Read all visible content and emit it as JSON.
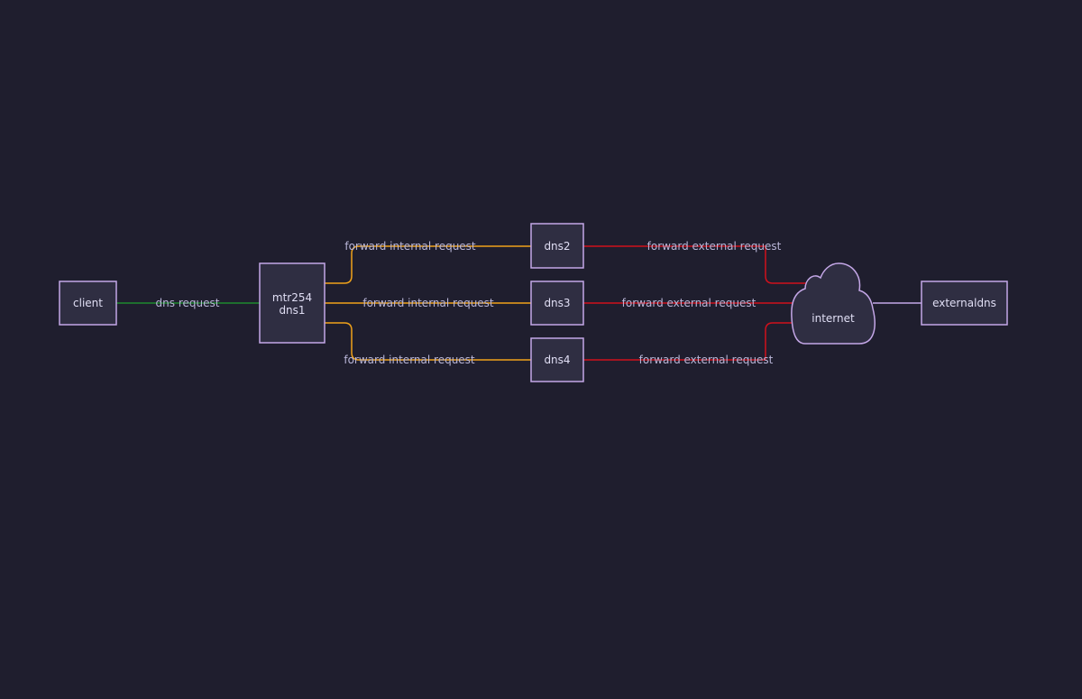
{
  "nodes": {
    "client": "client",
    "mtr254_line1": "mtr254",
    "mtr254_line2": "dns1",
    "dns2": "dns2",
    "dns3": "dns3",
    "dns4": "dns4",
    "internet": "internet",
    "externaldns": "externaldns"
  },
  "edges": {
    "client_to_mtr254": "dns request",
    "mtr254_to_dns2": "forward internal request",
    "mtr254_to_dns3": "forward internal request",
    "mtr254_to_dns4": "forward internal request",
    "dns2_to_internet": "forward external request",
    "dns3_to_internet": "forward external request",
    "dns4_to_internet": "forward external request"
  },
  "colors": {
    "background": "#1f1e2e",
    "node_fill": "#2f2e42",
    "node_stroke": "#c4a7e7",
    "dns_request": "#1f8a2e",
    "internal_request": "#f0a21a",
    "external_request": "#d0101c",
    "internet_link": "#c4a7e7"
  }
}
